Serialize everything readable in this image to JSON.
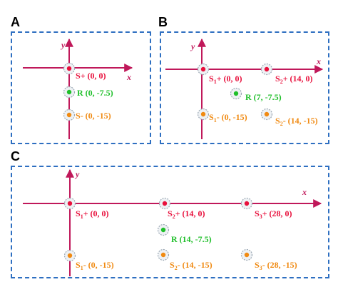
{
  "colors": {
    "axis": "#c0185a",
    "frame": "#2e6fc1",
    "source_plus": "#e8103c",
    "receiver": "#1fbf2a",
    "source_minus": "#f08a12",
    "halo": "#9aa7b3"
  },
  "axis_labels": {
    "x": "x",
    "y": "y"
  },
  "panels": [
    {
      "letter": "A",
      "points": [
        {
          "kind": "source_plus",
          "main": "S",
          "sub": "",
          "sup": "+",
          "coords": "(0, 0)"
        },
        {
          "kind": "receiver",
          "main": "R",
          "sub": "",
          "sup": "",
          "coords": "(0, -7.5)"
        },
        {
          "kind": "source_minus",
          "main": "S",
          "sub": "",
          "sup": "-",
          "coords": "(0, -15)"
        }
      ]
    },
    {
      "letter": "B",
      "points": [
        {
          "kind": "source_plus",
          "main": "S",
          "sub": "1",
          "sup": "+",
          "coords": "(0, 0)"
        },
        {
          "kind": "source_plus",
          "main": "S",
          "sub": "2",
          "sup": "+",
          "coords": "(14, 0)"
        },
        {
          "kind": "receiver",
          "main": "R",
          "sub": "",
          "sup": "",
          "coords": "(7, -7.5)"
        },
        {
          "kind": "source_minus",
          "main": "S",
          "sub": "1",
          "sup": "-",
          "coords": "(0, -15)"
        },
        {
          "kind": "source_minus",
          "main": "S",
          "sub": "2",
          "sup": "-",
          "coords": "(14, -15)"
        }
      ]
    },
    {
      "letter": "C",
      "points": [
        {
          "kind": "source_plus",
          "main": "S",
          "sub": "1",
          "sup": "+",
          "coords": "(0, 0)"
        },
        {
          "kind": "source_plus",
          "main": "S",
          "sub": "2",
          "sup": "+",
          "coords": "(14, 0)"
        },
        {
          "kind": "source_plus",
          "main": "S",
          "sub": "3",
          "sup": "+",
          "coords": "(28, 0)"
        },
        {
          "kind": "receiver",
          "main": "R",
          "sub": "",
          "sup": "",
          "coords": "(14, -7.5)"
        },
        {
          "kind": "source_minus",
          "main": "S",
          "sub": "1",
          "sup": "-",
          "coords": "(0, -15)"
        },
        {
          "kind": "source_minus",
          "main": "S",
          "sub": "2",
          "sup": "-",
          "coords": "(14, -15)"
        },
        {
          "kind": "source_minus",
          "main": "S",
          "sub": "3",
          "sup": "-",
          "coords": "(28, -15)"
        }
      ]
    }
  ]
}
